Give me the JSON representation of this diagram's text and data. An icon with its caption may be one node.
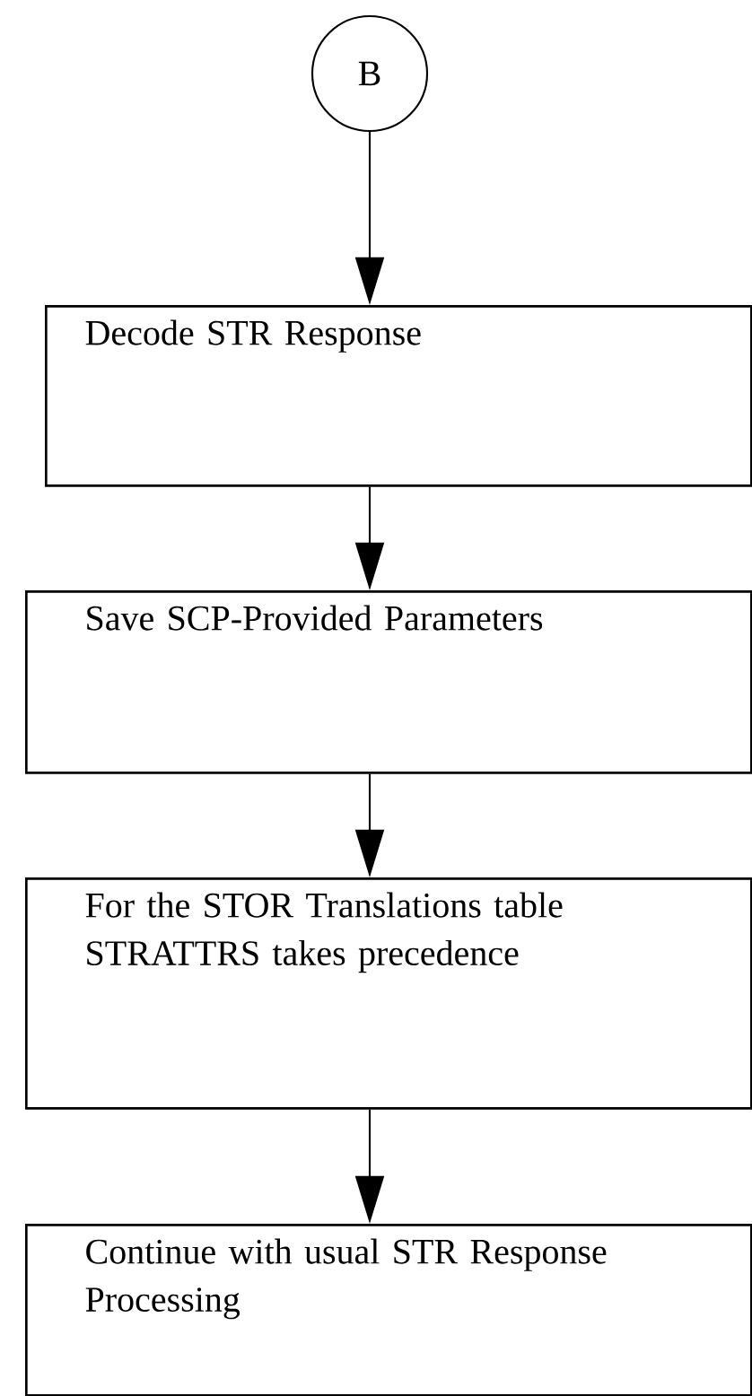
{
  "diagram": {
    "nodes": [
      {
        "text": [
          "B"
        ]
      },
      {
        "text": [
          "Decode STR Response"
        ]
      },
      {
        "text": [
          "Save SCP-Provided Parameters"
        ]
      },
      {
        "text": [
          "For the STOR Translations table STRATTRS takes precedence"
        ]
      },
      {
        "text": [
          "Continue with usual STR Response Processing"
        ]
      }
    ],
    "edges": [
      {
        "from": 0,
        "to": 1,
        "arrow": "to"
      },
      {
        "from": 1,
        "to": 2,
        "arrow": "to"
      },
      {
        "from": 2,
        "to": 3,
        "arrow": "to"
      },
      {
        "from": 3,
        "to": 4,
        "arrow": "to"
      }
    ]
  }
}
